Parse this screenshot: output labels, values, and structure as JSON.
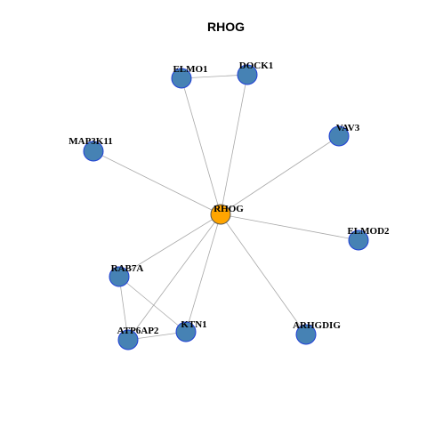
{
  "title": "RHOG",
  "colors": {
    "background": "#ffffff",
    "edge": "#a8a8a8",
    "node_fill": "#4682b4",
    "node_stroke": "#1f3fd6",
    "center_fill": "#ffa500",
    "center_stroke": "#555555"
  },
  "graph": {
    "center": "RHOG",
    "nodes": [
      {
        "id": "RHOG",
        "label": "RHOG",
        "role": "center"
      },
      {
        "id": "ELMO1",
        "label": "ELMO1",
        "role": "neighbor"
      },
      {
        "id": "DOCK1",
        "label": "DOCK1",
        "role": "neighbor"
      },
      {
        "id": "VAV3",
        "label": "VAV3",
        "role": "neighbor"
      },
      {
        "id": "MAP3K11",
        "label": "MAP3K11",
        "role": "neighbor"
      },
      {
        "id": "ELMOD2",
        "label": "ELMOD2",
        "role": "neighbor"
      },
      {
        "id": "RAB7A",
        "label": "RAB7A",
        "role": "neighbor"
      },
      {
        "id": "KTN1",
        "label": "KTN1",
        "role": "neighbor"
      },
      {
        "id": "ATP6AP2",
        "label": "ATP6AP2",
        "role": "neighbor"
      },
      {
        "id": "ARHGDIG",
        "label": "ARHGDIG",
        "role": "neighbor"
      }
    ],
    "edges": [
      [
        "RHOG",
        "ELMO1"
      ],
      [
        "RHOG",
        "DOCK1"
      ],
      [
        "RHOG",
        "VAV3"
      ],
      [
        "RHOG",
        "MAP3K11"
      ],
      [
        "RHOG",
        "ELMOD2"
      ],
      [
        "RHOG",
        "RAB7A"
      ],
      [
        "RHOG",
        "KTN1"
      ],
      [
        "RHOG",
        "ATP6AP2"
      ],
      [
        "RHOG",
        "ARHGDIG"
      ],
      [
        "ELMO1",
        "DOCK1"
      ],
      [
        "RAB7A",
        "KTN1"
      ],
      [
        "RAB7A",
        "ATP6AP2"
      ],
      [
        "ATP6AP2",
        "KTN1"
      ]
    ]
  }
}
